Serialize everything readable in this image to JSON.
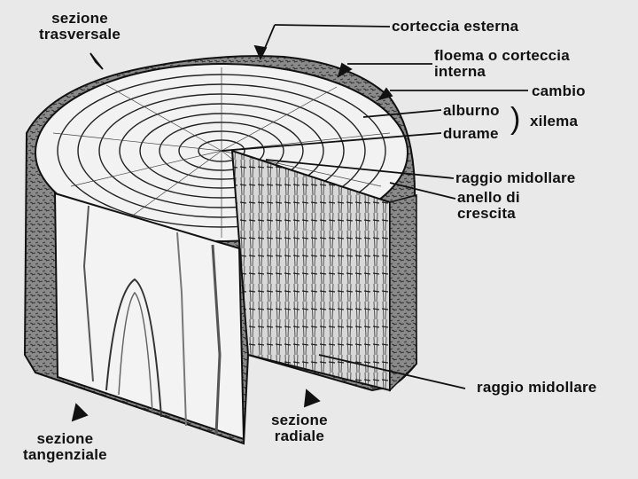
{
  "labels": {
    "sezione_trasversale": [
      "sezione",
      "trasversale"
    ],
    "corteccia_esterna": "corteccia esterna",
    "floema": [
      "floema o corteccia",
      "interna"
    ],
    "cambio": "cambio",
    "alburno": "alburno",
    "durame": "durame",
    "xilema": "xilema",
    "raggio_midollare_1": "raggio midollare",
    "anello": [
      "anello di",
      "crescita"
    ],
    "raggio_midollare_2": "raggio midollare",
    "sezione_radiale": [
      "sezione",
      "radiale"
    ],
    "sezione_tangenziale": [
      "sezione",
      "tangenziale"
    ]
  },
  "colors": {
    "background": "#e9e9e9",
    "ink": "#111111",
    "wood_light": "#f3f3f3",
    "bark": "#7a7a7a"
  }
}
